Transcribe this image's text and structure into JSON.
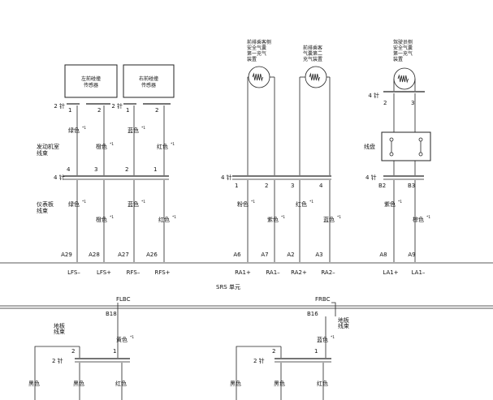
{
  "colors": {
    "line": "#222222",
    "background": "#ffffff"
  },
  "sensors": {
    "left_front": [
      "左前碰撞",
      "传感器"
    ],
    "right_front": [
      "右前碰撞",
      "传感器"
    ]
  },
  "airbags": {
    "passenger_side": [
      "前排乘客侧",
      "安全气囊",
      "第一充气",
      "装置"
    ],
    "passenger_second": [
      "前排乘客",
      "气囊第二",
      "充气装置"
    ],
    "driver": [
      "驾驶员侧",
      "安全气囊",
      "第一充气",
      "装置"
    ]
  },
  "labels": {
    "engine_harness": [
      "发动机室",
      "线束"
    ],
    "dash_harness": [
      "仪表板",
      "线束"
    ],
    "floor_harness_left": [
      "地板",
      "线束"
    ],
    "floor_harness_right": [
      "地板",
      "线束"
    ],
    "clockspring": "线盘",
    "srs_unit": "SRS 单元",
    "sup": "*1",
    "tip": "¹"
  },
  "pin_counts": {
    "two": "2 针",
    "four": "4 针"
  },
  "wire_colors": {
    "green": "绿色",
    "orange": "橙色",
    "blue": "蓝色",
    "red": "红色",
    "pink": "粉色",
    "purple": "紫色",
    "brown": "棕色",
    "yellow": "黄色",
    "black": "黑色"
  },
  "pins": {
    "p1": "1",
    "p2": "2",
    "p3": "3",
    "p4": "4",
    "b2": "B2",
    "b3": "B3"
  },
  "srs_terminals": [
    "A29",
    "A28",
    "A27",
    "A26",
    "A6",
    "A7",
    "A2",
    "A3",
    "A8",
    "A9"
  ],
  "srs_signals": [
    "LFS–",
    "LFS+",
    "RFS–",
    "RFS+",
    "RA1+",
    "RA1–",
    "RA2+",
    "RA2–",
    "LA1+",
    "LA1–"
  ],
  "lower": {
    "flbc": "FLBC",
    "frbc": "FRBC",
    "b18": "B18",
    "b16": "B16"
  }
}
